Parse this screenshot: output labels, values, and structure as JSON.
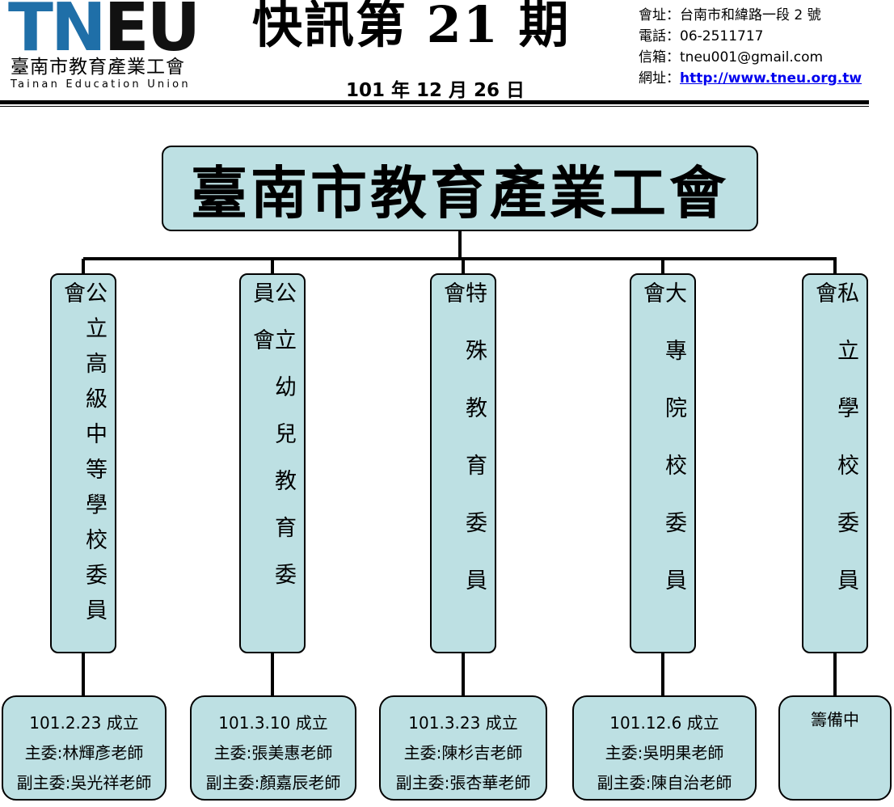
{
  "header": {
    "logo": {
      "t": "T",
      "n": "N",
      "eu": "EU",
      "cn": "臺南市教育產業工會",
      "en": "Tainan Education Union"
    },
    "title": "快訊第 21 期",
    "date": "101 年 12 月 26 日",
    "contact": {
      "address": "會址：台南市和緯路一段 2 號",
      "phone": "電話：06-2511717",
      "email": "信箱：tneu001@gmail.com",
      "web_label": "網址：",
      "web_url": "http://www.tneu.org.tw"
    }
  },
  "diagram": {
    "root": "臺南市教育產業工會",
    "committees": [
      {
        "name": "公立高級中等學校委員會",
        "date_line": "101.2.23 成立",
        "chair": "主委:林輝彥老師",
        "vice": "副主委:吳光祥老師"
      },
      {
        "name": "公立幼兒教育委員會",
        "date_line": "101.3.10 成立",
        "chair": "主委:張美惠老師",
        "vice": "副主委:顏嘉辰老師"
      },
      {
        "name": "特殊教育委員會",
        "date_line": "101.3.23 成立",
        "chair": "主委:陳杉吉老師",
        "vice": "副主委:張杏華老師"
      },
      {
        "name": "大專院校委員會",
        "date_line": "101.12.6 成立",
        "chair": "主委:吳明果老師",
        "vice": "副主委:陳自治老師"
      },
      {
        "name": "私立學校委員會",
        "date_line": "籌備中",
        "chair": "",
        "vice": ""
      }
    ]
  },
  "colors": {
    "box_fill": "#bde0e3",
    "logo_blue": "#1f6fa8",
    "link": "#0000ee"
  }
}
